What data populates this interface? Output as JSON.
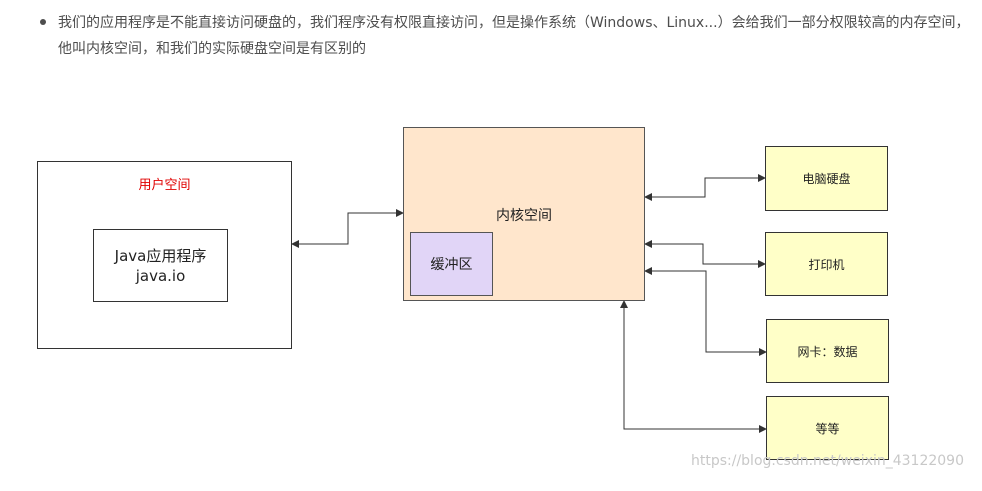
{
  "note": {
    "text": "我们的应用程序是不能直接访问硬盘的，我们程序没有权限直接访问，但是操作系统（Windows、Linux...）会给我们一部分权限较高的内存空间，他叫内核空间，和我们的实际硬盘空间是有区别的"
  },
  "diagram": {
    "user_space": {
      "label": "用户空间",
      "app_line1": "Java应用程序",
      "app_line2": "java.io"
    },
    "kernel": {
      "label": "内核空间",
      "buffer": "缓冲区"
    },
    "devices": {
      "disk": "电脑硬盘",
      "printer": "打印机",
      "netcard": "网卡：数据",
      "etc": "等等"
    },
    "colors": {
      "user_label": "#e00000",
      "kernel_fill": "#ffe6cc",
      "buffer_fill": "#e1d5f7",
      "device_fill": "#ffffc8"
    }
  },
  "watermark": "https://blog.csdn.net/weixin_43122090"
}
